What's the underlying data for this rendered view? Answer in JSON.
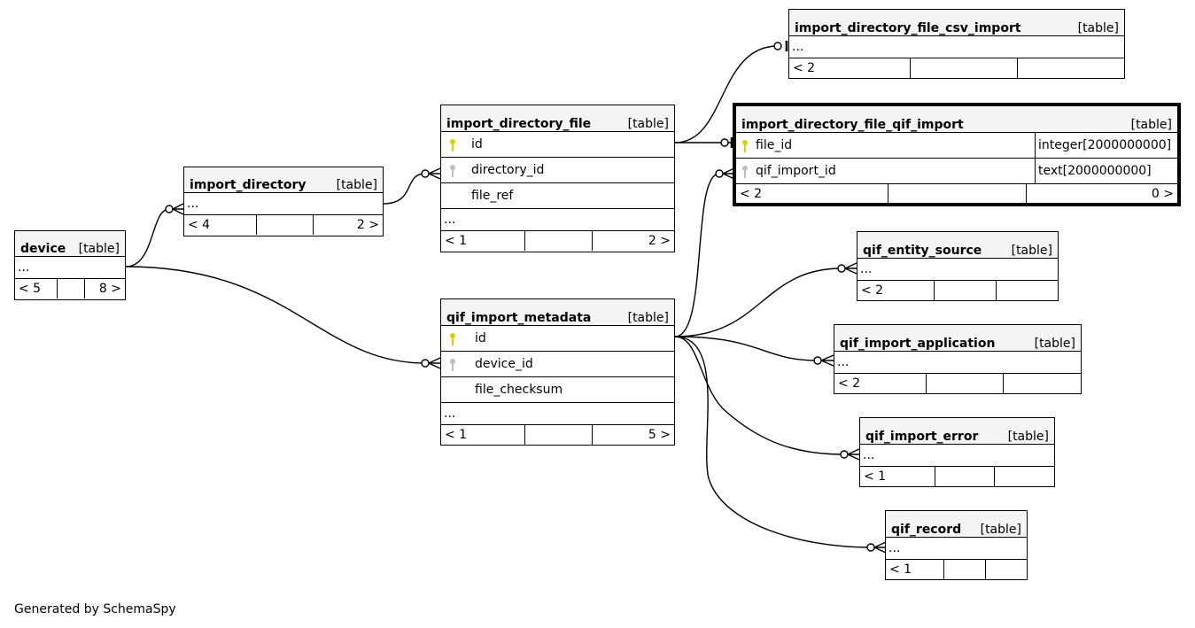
{
  "footer": "Generated by SchemaSpy",
  "colors": {
    "pk_key": "#d8d000",
    "fk_key": "#bdbdbd",
    "header_bg": "#f4f4f4",
    "line": "#000000"
  },
  "tables": {
    "device": {
      "name": "device",
      "type": "[table]",
      "rows": [
        "..."
      ],
      "parents": "< 5",
      "mid": "",
      "children": "8 >"
    },
    "import_directory": {
      "name": "import_directory",
      "type": "[table]",
      "rows": [
        "..."
      ],
      "parents": "< 4",
      "mid": "",
      "children": "2 >"
    },
    "import_directory_file": {
      "name": "import_directory_file",
      "type": "[table]",
      "columns": [
        {
          "name": "id",
          "key": "primary-key-icon"
        },
        {
          "name": "directory_id",
          "key": "foreign-key-icon"
        },
        {
          "name": "file_ref",
          "key": ""
        }
      ],
      "more": "...",
      "parents": "< 1",
      "mid": "",
      "children": "2 >"
    },
    "qif_import_metadata": {
      "name": "qif_import_metadata",
      "type": "[table]",
      "columns": [
        {
          "name": "id",
          "key": "primary-key-icon"
        },
        {
          "name": "device_id",
          "key": "foreign-key-icon"
        },
        {
          "name": "file_checksum",
          "key": ""
        }
      ],
      "more": "...",
      "parents": "< 1",
      "mid": "",
      "children": "5 >"
    },
    "import_directory_file_csv_import": {
      "name": "import_directory_file_csv_import",
      "type": "[table]",
      "rows": [
        "..."
      ],
      "parents": "< 2",
      "mid": "",
      "children": ""
    },
    "import_directory_file_qif_import": {
      "name": "import_directory_file_qif_import",
      "type": "[table]",
      "columns": [
        {
          "name": "file_id",
          "key": "primary-key-icon",
          "datatype": "integer[2000000000]"
        },
        {
          "name": "qif_import_id",
          "key": "foreign-key-icon",
          "datatype": "text[2000000000]"
        }
      ],
      "parents": "< 2",
      "mid": "",
      "children": "0 >"
    },
    "qif_entity_source": {
      "name": "qif_entity_source",
      "type": "[table]",
      "rows": [
        "..."
      ],
      "parents": "< 2",
      "mid": "",
      "children": ""
    },
    "qif_import_application": {
      "name": "qif_import_application",
      "type": "[table]",
      "rows": [
        "..."
      ],
      "parents": "< 2",
      "mid": "",
      "children": ""
    },
    "qif_import_error": {
      "name": "qif_import_error",
      "type": "[table]",
      "rows": [
        "..."
      ],
      "parents": "< 1",
      "mid": "",
      "children": ""
    },
    "qif_record": {
      "name": "qif_record",
      "type": "[table]",
      "rows": [
        "..."
      ],
      "parents": "< 1",
      "mid": "",
      "children": ""
    }
  }
}
